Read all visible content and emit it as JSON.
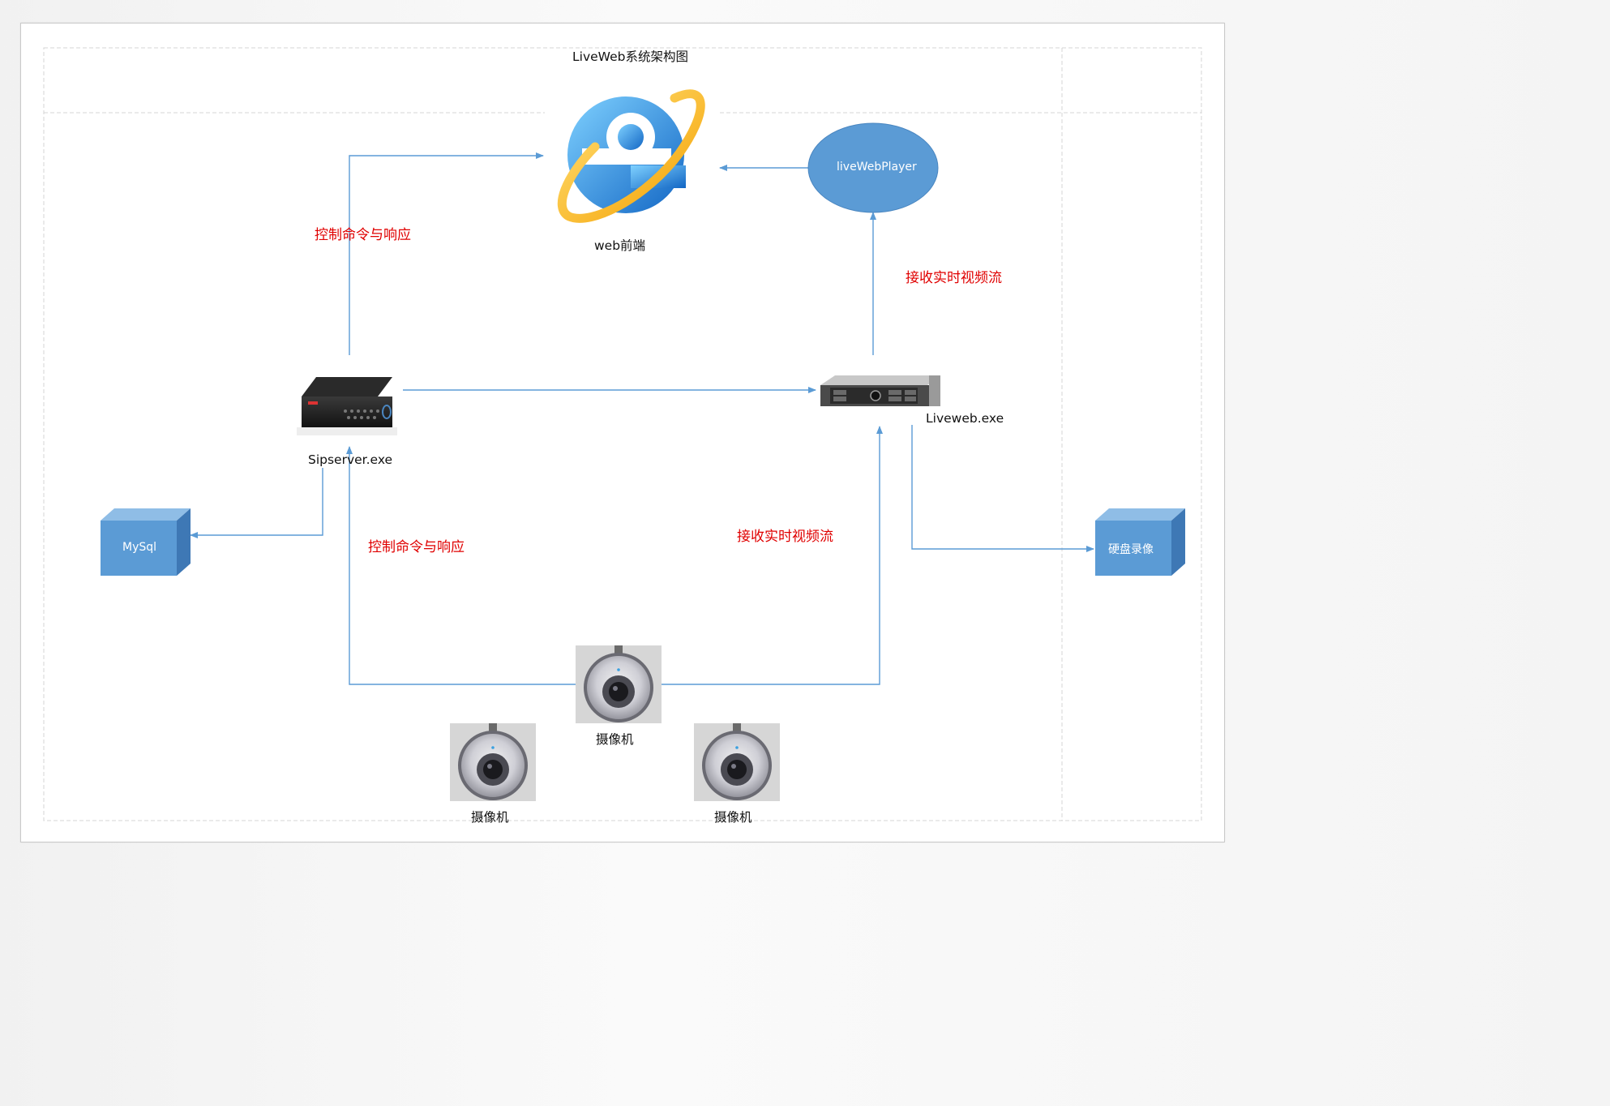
{
  "diagram": {
    "title": "LiveWeb系统架构图",
    "nodes": {
      "web_frontend": {
        "label": "web前端",
        "icon": "internet-explorer-icon"
      },
      "live_web_player": {
        "label": "liveWebPlayer"
      },
      "sip_server": {
        "label": "Sipserver.exe",
        "icon": "nvr-device-icon"
      },
      "liveweb_server": {
        "label": "Liveweb.exe",
        "icon": "rack-server-icon"
      },
      "mysql": {
        "label": "MySql"
      },
      "disk_recording": {
        "label": "硬盘录像"
      },
      "cameras": [
        {
          "label": "摄像机",
          "icon": "dome-camera-icon"
        },
        {
          "label": "摄像机",
          "icon": "dome-camera-icon"
        },
        {
          "label": "摄像机",
          "icon": "dome-camera-icon"
        }
      ]
    },
    "edge_labels": {
      "control_top": "控制命令与响应",
      "control_bottom": "控制命令与响应",
      "stream_top": "接收实时视频流",
      "stream_bottom": "接收实时视频流"
    },
    "colors": {
      "arrow": "#5b9bd5",
      "node_fill": "#5b9bd5",
      "edge_label": "#e00000",
      "page_border": "#c9c9c9"
    }
  }
}
